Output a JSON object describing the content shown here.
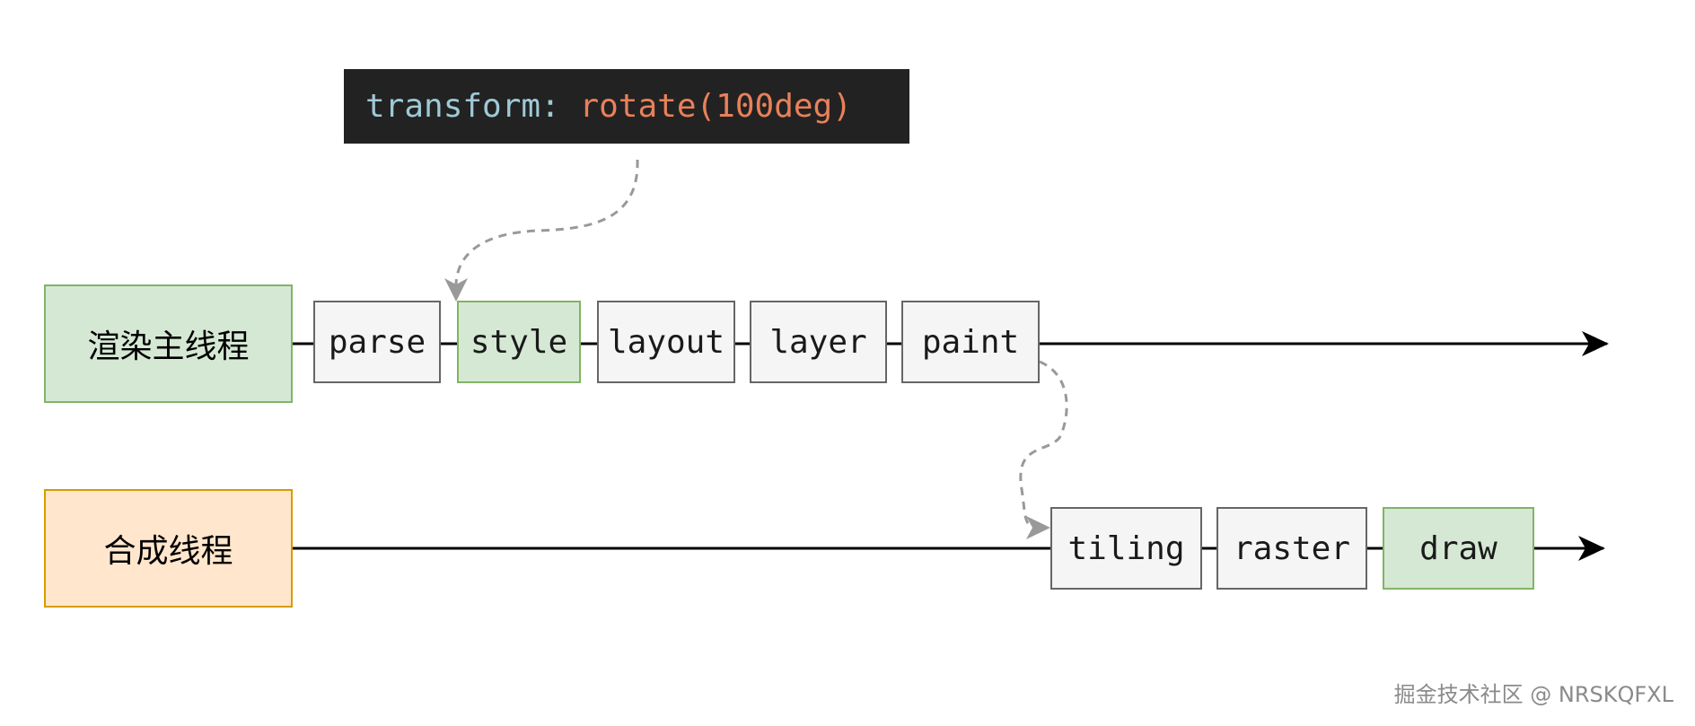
{
  "code": {
    "property": "transform",
    "separator": ":",
    "value": "rotate(100deg)"
  },
  "threads": {
    "main": "渲染主线程",
    "compositor": "合成线程"
  },
  "main_stages": [
    {
      "label": "parse",
      "highlight": false
    },
    {
      "label": "style",
      "highlight": true
    },
    {
      "label": "layout",
      "highlight": false
    },
    {
      "label": "layer",
      "highlight": false
    },
    {
      "label": "paint",
      "highlight": false
    }
  ],
  "compositor_stages": [
    {
      "label": "tiling",
      "highlight": false
    },
    {
      "label": "raster",
      "highlight": false
    },
    {
      "label": "draw",
      "highlight": true
    }
  ],
  "watermark": "掘金技术社区 @ NRSKQFXL",
  "colors": {
    "highlight_fill": "#d5e8d4",
    "highlight_border": "#82b366",
    "stage_fill": "#f5f5f5",
    "stage_border": "#666666",
    "compositor_fill": "#ffe6cc",
    "compositor_border": "#d79b00",
    "code_bg": "#222222",
    "code_property": "#9fc9d6",
    "code_value": "#e9805a"
  }
}
